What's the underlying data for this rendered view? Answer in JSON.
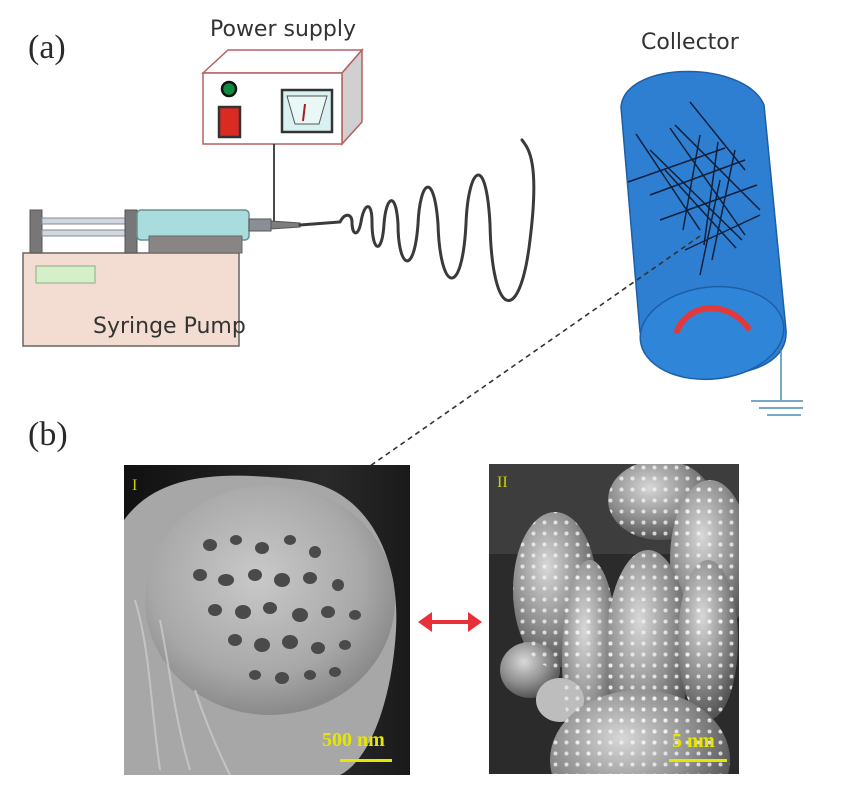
{
  "figure": {
    "panel_a": {
      "label": "(a)",
      "components": {
        "power_supply": "Power supply",
        "syringe_pump": "Syringe Pump",
        "collector": "Collector"
      }
    },
    "panel_b": {
      "label": "(b)",
      "images": [
        {
          "index_label": "I",
          "subject": "porous fiber cross-section (SEM)",
          "scale_bar": "500 nm"
        },
        {
          "index_label": "II",
          "subject": "cactus surface (SEM)",
          "scale_bar": "5 nm"
        }
      ],
      "comparison_arrow": "double-headed arrow"
    }
  },
  "colors": {
    "collector_blue": "#2e7fd1",
    "pump_body": "#f3ddd2",
    "syringe_barrel": "#a9dcdc",
    "switch_red": "#d92b22",
    "indicator_green": "#0e8a3c",
    "arrow_red": "#e8303a",
    "scale_yellow": "#e6e600"
  }
}
